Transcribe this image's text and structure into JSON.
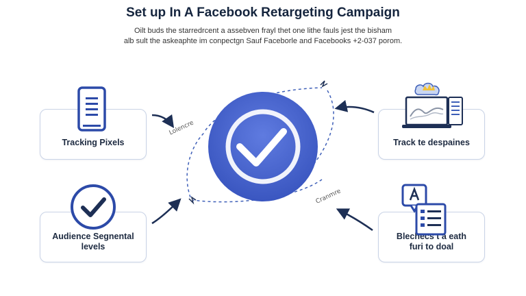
{
  "header": {
    "title": "Set up In A Facebook Retargeting Campaign",
    "subtitle_line1": "Oilt buds the starredrcent a assebven frayl thet one lithe fauls jest the bisham",
    "subtitle_line2": "alb sult the askeaphte im conpectgn Sauf Faceborle and Facebooks +2-037 porom."
  },
  "steps": {
    "top_left": {
      "label": "Tracking Pixels",
      "icon": "mobile-phone-icon"
    },
    "bottom_left": {
      "label_line1": "Audience Segnental",
      "label_line2": "levels",
      "icon": "checkmark-circle-icon"
    },
    "top_right": {
      "label": "Track te despaines",
      "icon": "laptop-chart-icon"
    },
    "bottom_right": {
      "label_line1": "Blechecs t a eath",
      "label_line2": "furi to doal",
      "icon": "document-checklist-icon"
    }
  },
  "connectors": {
    "left_label": "Lolencre",
    "right_label": "Cranmre"
  },
  "center": {
    "icon": "check-badge-icon"
  },
  "colors": {
    "accent": "#3d5cc0",
    "accent_light": "#5c79d6",
    "navy": "#1d2f55",
    "dashed": "#3e5fb8"
  }
}
